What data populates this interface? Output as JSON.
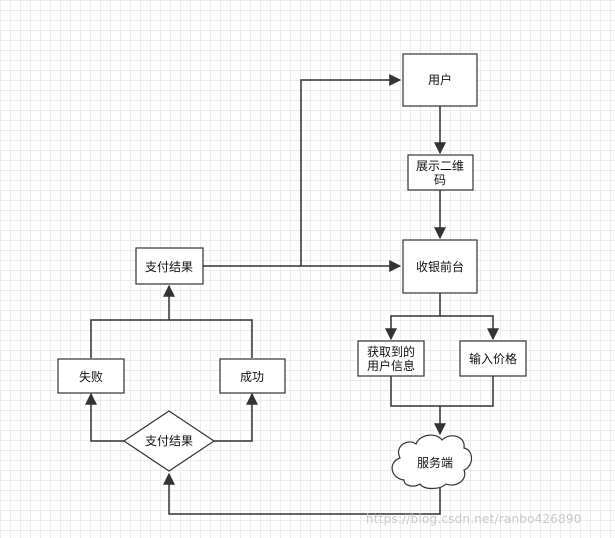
{
  "nodes": {
    "user": "用户",
    "show_qr_line1": "展示二维",
    "show_qr_line2": "码",
    "cashier": "收银前台",
    "get_user_info_line1": "获取到的",
    "get_user_info_line2": "用户信息",
    "input_price": "输入价格",
    "server": "服务端",
    "pay_result_box": "支付结果",
    "pay_result_decision": "支付结果",
    "fail": "失败",
    "success": "成功"
  },
  "watermark": "https://blog.csdn.net/ranbo426890"
}
